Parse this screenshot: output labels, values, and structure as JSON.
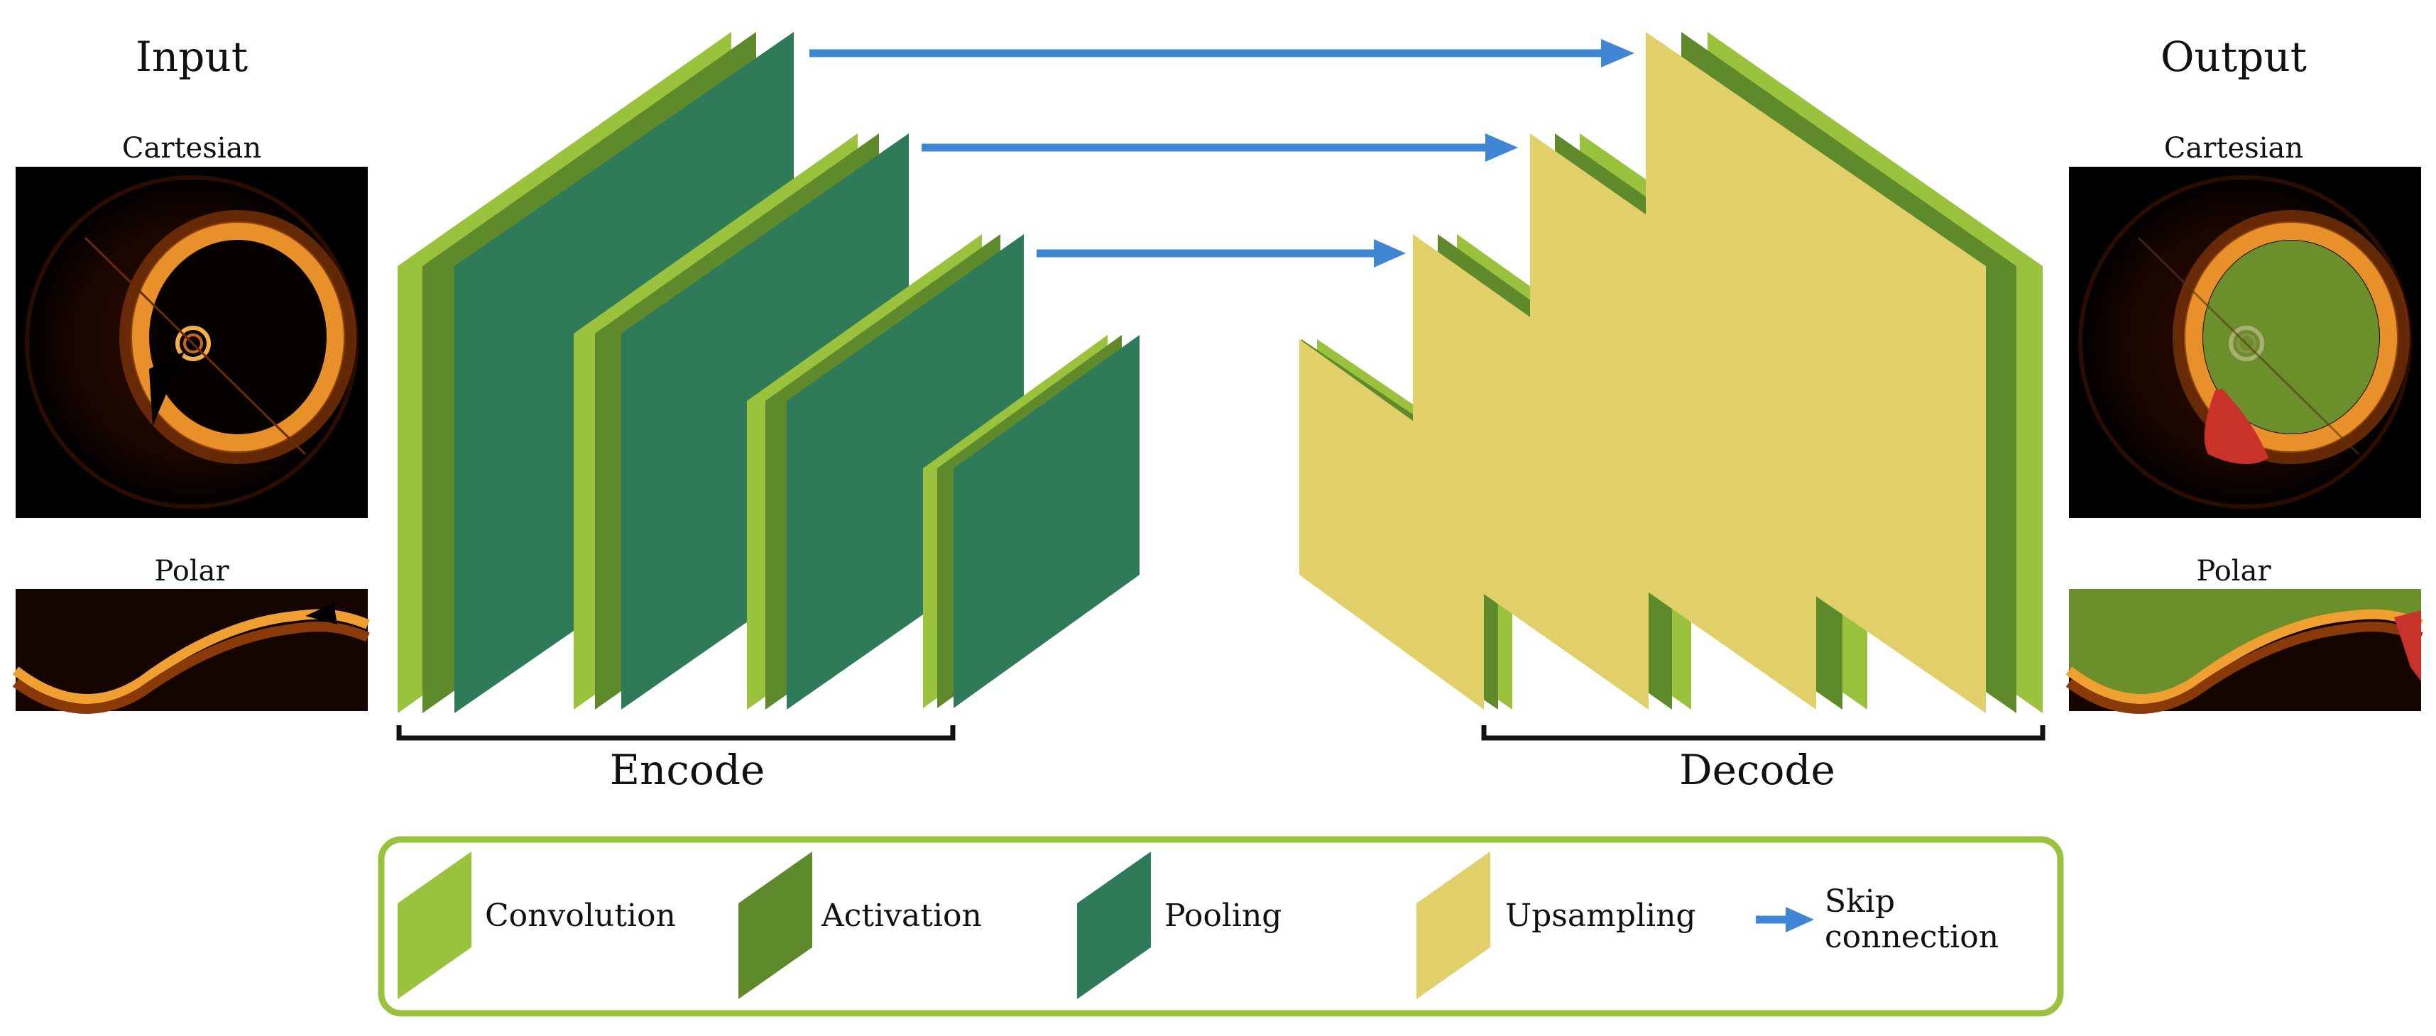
{
  "input": {
    "title": "Input",
    "cartesian_label": "Cartesian",
    "polar_label": "Polar"
  },
  "output": {
    "title": "Output",
    "cartesian_label": "Cartesian",
    "polar_label": "Polar"
  },
  "sections": {
    "encode_label": "Encode",
    "decode_label": "Decode"
  },
  "legend": {
    "items": [
      {
        "shape": "convolution-shape",
        "label": "Convolution"
      },
      {
        "shape": "activation-shape",
        "label": "Activation"
      },
      {
        "shape": "pooling-shape",
        "label": "Pooling"
      },
      {
        "shape": "upsampling-shape",
        "label": "Upsampling"
      }
    ],
    "skip_label_line1": "Skip",
    "skip_label_line2": "connection"
  },
  "colors": {
    "convolution": "#9bc23c",
    "activation": "#5e8a2c",
    "pooling": "#2f7a58",
    "upsampling": "#e1d06a",
    "skip_arrow": "#3f86d4",
    "legend_border": "#9bc23c",
    "image_background": "#000000",
    "tissue": "#e08a1e",
    "lumen_overlay": "#6b8f2a",
    "plaque_overlay": "#c8322a"
  }
}
